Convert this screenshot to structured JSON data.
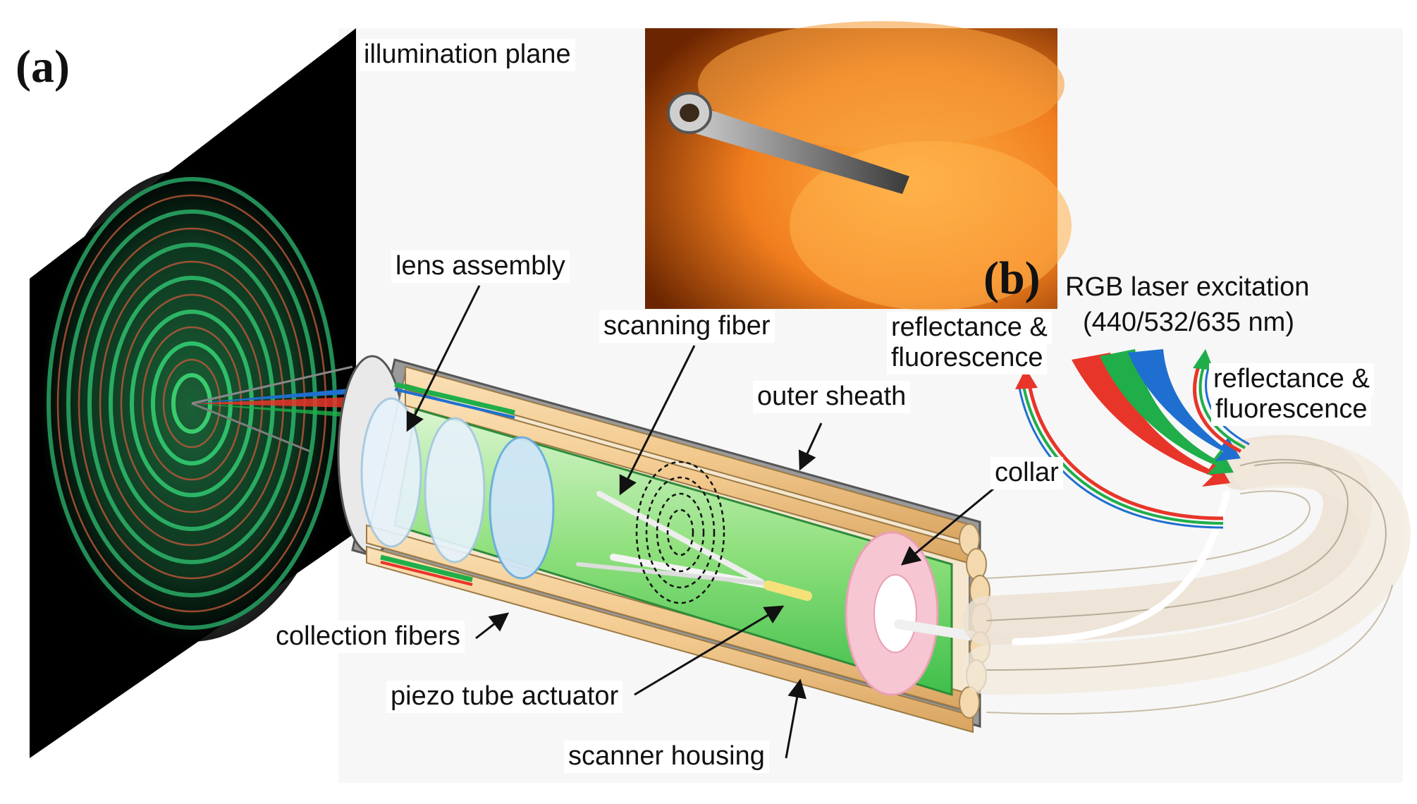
{
  "panels": {
    "a": "(a)",
    "b": "(b)"
  },
  "labels": {
    "illumination_plane": "illumination plane",
    "lens_assembly": "lens assembly",
    "scanning_fiber": "scanning fiber",
    "outer_sheath": "outer sheath",
    "collar": "collar",
    "collection_fibers": "collection fibers",
    "piezo_tube_actuator": "piezo tube actuator",
    "scanner_housing": "scanner housing",
    "rgb_laser_line1": "RGB laser excitation",
    "rgb_laser_line2": "(440/532/635 nm)",
    "refl_left_line1": "reflectance &",
    "refl_left_line2": "fluorescence",
    "refl_right_line1": "reflectance &",
    "refl_right_line2": "fluorescence"
  },
  "colors": {
    "laser_red": "#e8352a",
    "laser_green": "#1fae4a",
    "laser_blue": "#1f6fd0",
    "spiral_green": "#2fbf6a",
    "sheath_tan": "#f2c98e",
    "housing_gray": "#8c8c8c",
    "collar_pink": "#f7c6d3",
    "photo_orange": "#f08a2a"
  }
}
